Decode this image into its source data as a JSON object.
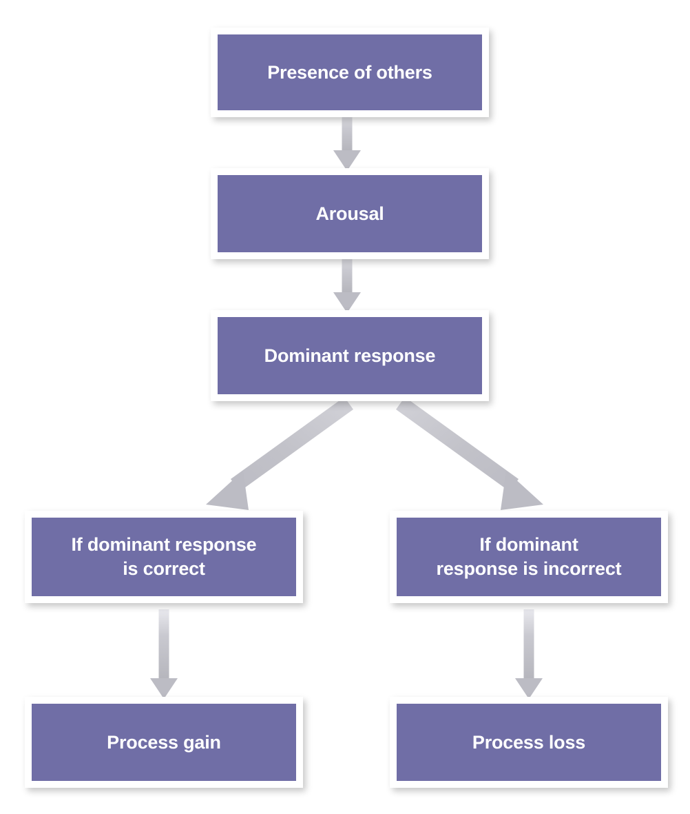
{
  "diagram": {
    "title": "Social facilitation and process gain/loss flowchart",
    "type": "flowchart",
    "colors": {
      "node_fill": "#706ea6",
      "node_border": "#ffffff",
      "node_text": "#ffffff",
      "arrow": "#bcbcc4",
      "background": "#ffffff"
    },
    "nodes": [
      {
        "id": "presence",
        "label": "Presence of others"
      },
      {
        "id": "arousal",
        "label": "Arousal"
      },
      {
        "id": "dominant",
        "label": "Dominant response"
      },
      {
        "id": "correct",
        "label": "If dominant response\nis correct"
      },
      {
        "id": "incorrect",
        "label": "If dominant\nresponse is incorrect"
      },
      {
        "id": "process-gain",
        "label": "Process gain"
      },
      {
        "id": "process-loss",
        "label": "Process loss"
      }
    ],
    "edges": [
      {
        "from": "presence",
        "to": "arousal",
        "style": "straight-down"
      },
      {
        "from": "arousal",
        "to": "dominant",
        "style": "straight-down"
      },
      {
        "from": "dominant",
        "to": "correct",
        "style": "diagonal-down-left"
      },
      {
        "from": "dominant",
        "to": "incorrect",
        "style": "diagonal-down-right"
      },
      {
        "from": "correct",
        "to": "process-gain",
        "style": "straight-down"
      },
      {
        "from": "incorrect",
        "to": "process-loss",
        "style": "straight-down"
      }
    ]
  }
}
